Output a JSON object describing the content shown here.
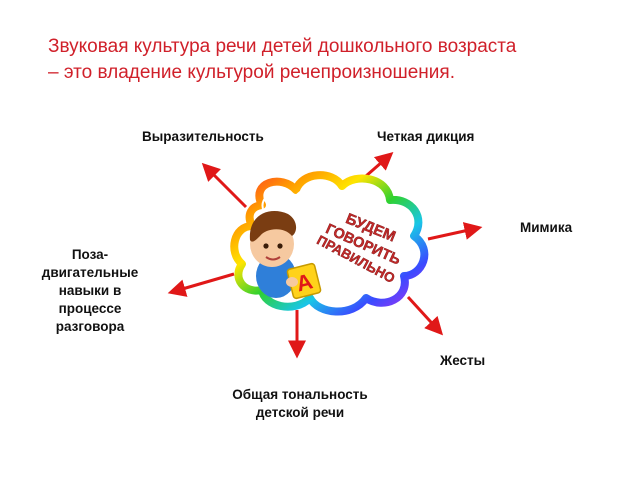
{
  "title": {
    "line1": "Звуковая культура речи детей дошкольного возраста",
    "line2": "– это владение культурой речепроизношения."
  },
  "badge": {
    "line1": "БУДЕМ",
    "line2": "ГОВОРИТЬ",
    "line3": "ПРАВИЛЬНО"
  },
  "nodes": {
    "expressiveness": "Выразительность",
    "diction": "Четкая дикция",
    "mimicry": "Мимика",
    "posture": [
      "Поза-",
      "двигательные",
      "навыки в",
      "процессе",
      "разговора"
    ],
    "gestures": "Жесты",
    "tonality": [
      "Общая тональность",
      "детской речи"
    ]
  },
  "colors": {
    "title": "#d0202a",
    "arrow": "#e01818",
    "text": "#111111"
  }
}
